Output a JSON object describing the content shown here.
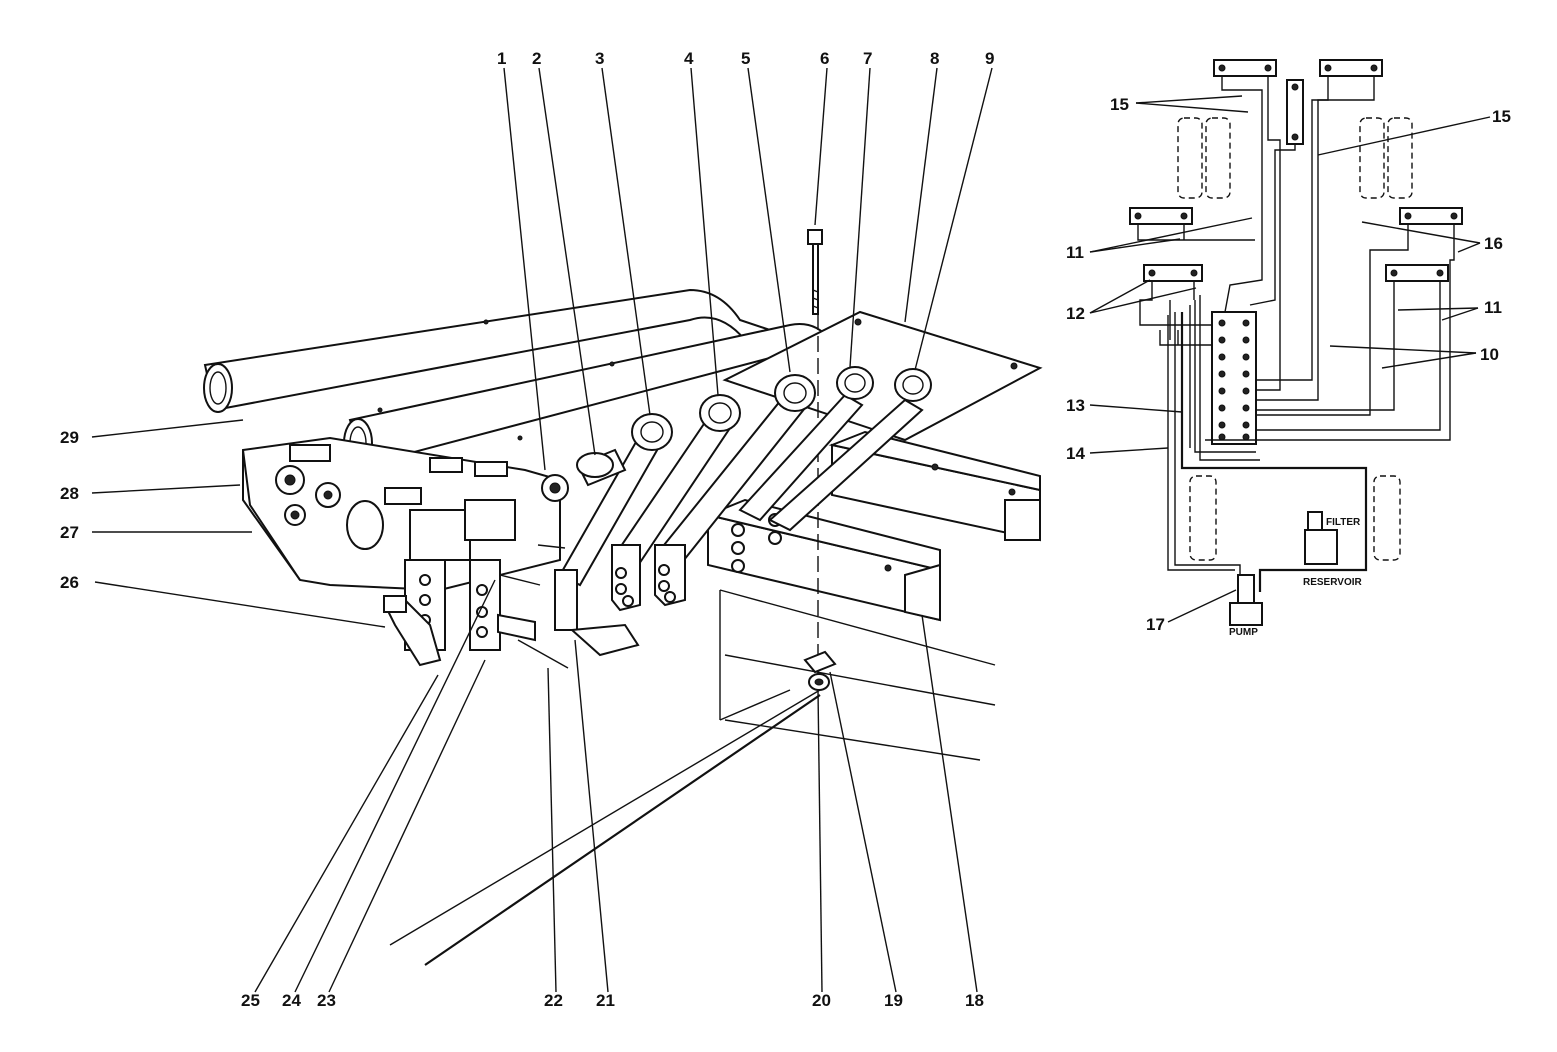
{
  "callouts": {
    "c1": "1",
    "c2": "2",
    "c3": "3",
    "c4": "4",
    "c5": "5",
    "c6": "6",
    "c7": "7",
    "c8": "8",
    "c9": "9",
    "c10": "10",
    "c11a": "11",
    "c11b": "11",
    "c12": "12",
    "c13": "13",
    "c14": "14",
    "c15a": "15",
    "c15b": "15",
    "c16": "16",
    "c17": "17",
    "c18": "18",
    "c19": "19",
    "c20": "20",
    "c21": "21",
    "c22": "22",
    "c23": "23",
    "c24": "24",
    "c25": "25",
    "c26": "26",
    "c27": "27",
    "c28": "28",
    "c29": "29"
  },
  "schematic_labels": {
    "filter": "FILTER",
    "reservoir": "RESERVOIR",
    "pump": "PUMP"
  }
}
